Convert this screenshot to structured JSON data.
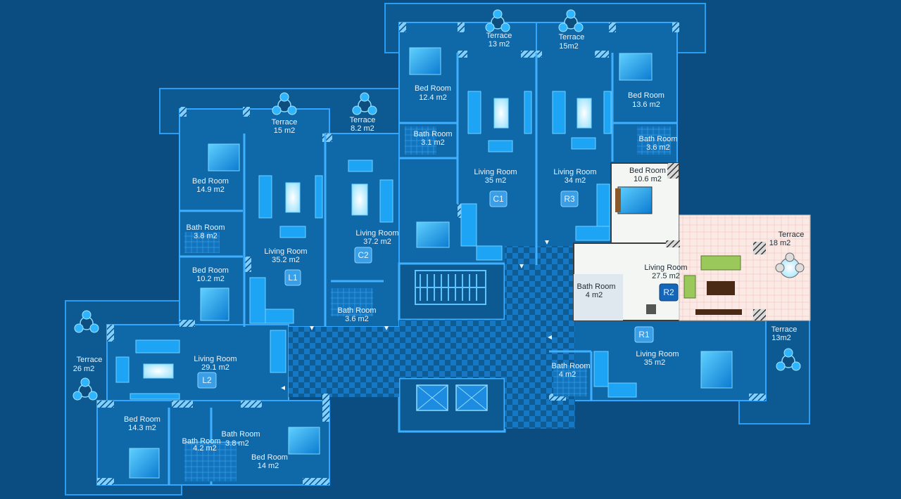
{
  "units": {
    "L1": "L1",
    "L2": "L2",
    "C1": "C1",
    "C2": "C2",
    "R1": "R1",
    "R2": "R2",
    "R3": "R3"
  },
  "rooms": {
    "terrace_l1": {
      "name": "Terrace",
      "area": "15 m2"
    },
    "terrace_c2": {
      "name": "Terrace",
      "area": "8.2 m2"
    },
    "terrace_c1": {
      "name": "Terrace",
      "area": "13 m2"
    },
    "terrace_r3": {
      "name": "Terrace",
      "area": "15m2"
    },
    "bed_l1": {
      "name": "Bed Room",
      "area": "14.9 m2"
    },
    "bath_l1": {
      "name": "Bath Room",
      "area": "3.8 m2"
    },
    "bed_l1b": {
      "name": "Bed Room",
      "area": "10.2 m2"
    },
    "living_l1": {
      "name": "Living Room",
      "area": "35.2 m2"
    },
    "living_c2": {
      "name": "Living Room",
      "area": "37.2 m2"
    },
    "bath_c2": {
      "name": "Bath Room",
      "area": "3.6 m2"
    },
    "bed_c1": {
      "name": "Bed Room",
      "area": "12.4 m2"
    },
    "bath_c1": {
      "name": "Bath Room",
      "area": "3.1 m2"
    },
    "living_c1": {
      "name": "Living Room",
      "area": "35  m2"
    },
    "living_r3": {
      "name": "Living Room",
      "area": "34  m2"
    },
    "bed_r3": {
      "name": "Bed Room",
      "area": "13.6 m2"
    },
    "bath_r3": {
      "name": "Bath Room",
      "area": "3.6 m2"
    },
    "bed_r2": {
      "name": "Bed Room",
      "area": "10.6 m2"
    },
    "terrace_r2": {
      "name": "Terrace",
      "area": "18 m2"
    },
    "living_r2": {
      "name": "Living Room",
      "area": "27.5 m2"
    },
    "bath_r2": {
      "name": "Bath Room",
      "area": "4 m2"
    },
    "terrace_r1": {
      "name": "Terrace",
      "area": "13m2"
    },
    "living_r1": {
      "name": "Living Room",
      "area": "35  m2"
    },
    "bath_r1": {
      "name": "Bath Room",
      "area": "4 m2"
    },
    "terrace_l2": {
      "name": "Terrace",
      "area": "26 m2"
    },
    "living_l2": {
      "name": "Living Room",
      "area": "29.1 m2"
    },
    "bed_l2a": {
      "name": "Bed Room",
      "area": "14.3 m2"
    },
    "bath_l2a": {
      "name": "Bath Room",
      "area": "4.2 m2"
    },
    "bath_l2b": {
      "name": "Bath Room",
      "area": "3.8 m2"
    },
    "bed_l2b": {
      "name": "Bed Room",
      "area": "14 m2"
    }
  },
  "colors": {
    "background": "#0b4d80",
    "floor": "#0f68a8",
    "wall": "#3fb0ff",
    "highlight_floor": "#f3f6f2",
    "highlight_terrace": "#fbe9e6"
  },
  "highlighted_unit": "R2"
}
